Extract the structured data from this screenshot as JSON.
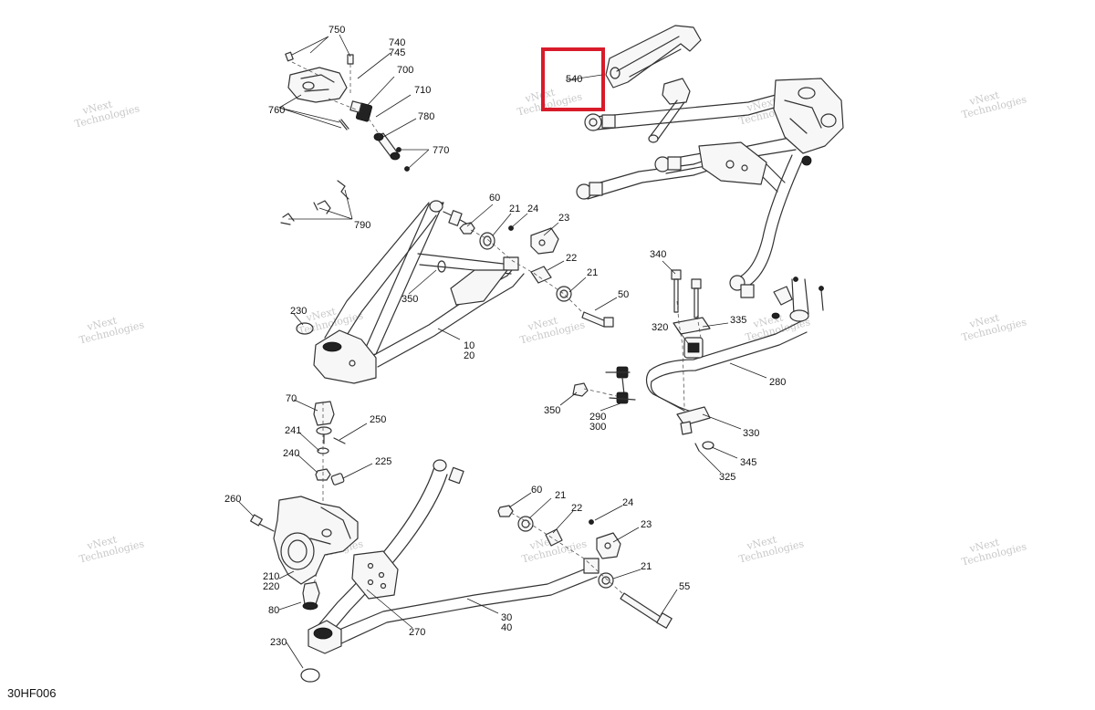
{
  "diagram_code": "30HF006",
  "highlight_color": "#d81b2a",
  "watermark": {
    "line1": "vNext",
    "line2": "Technologies"
  },
  "callouts": {
    "c750": "750",
    "c740": "740",
    "c745": "745",
    "c700": "700",
    "c710": "710",
    "c760": "760",
    "c780": "780",
    "c770": "770",
    "c790": "790",
    "c540": "540",
    "c60a": "60",
    "c21a": "21",
    "c24a": "24",
    "c23a": "23",
    "c22a": "22",
    "c21b": "21",
    "c50": "50",
    "c350a": "350",
    "c230a": "230",
    "c10": "10",
    "c20": "20",
    "c340": "340",
    "c320": "320",
    "c335": "335",
    "c280": "280",
    "c350b": "350",
    "c290": "290",
    "c300": "300",
    "c330": "330",
    "c345": "345",
    "c325": "325",
    "c70": "70",
    "c241": "241",
    "c250": "250",
    "c240": "240",
    "c225": "225",
    "c260": "260",
    "c210": "210",
    "c220": "220",
    "c80": "80",
    "c270": "270",
    "c230b": "230",
    "c60b": "60",
    "c21c": "21",
    "c22b": "22",
    "c24b": "24",
    "c23b": "23",
    "c21d": "21",
    "c55": "55",
    "c30": "30",
    "c40": "40"
  }
}
